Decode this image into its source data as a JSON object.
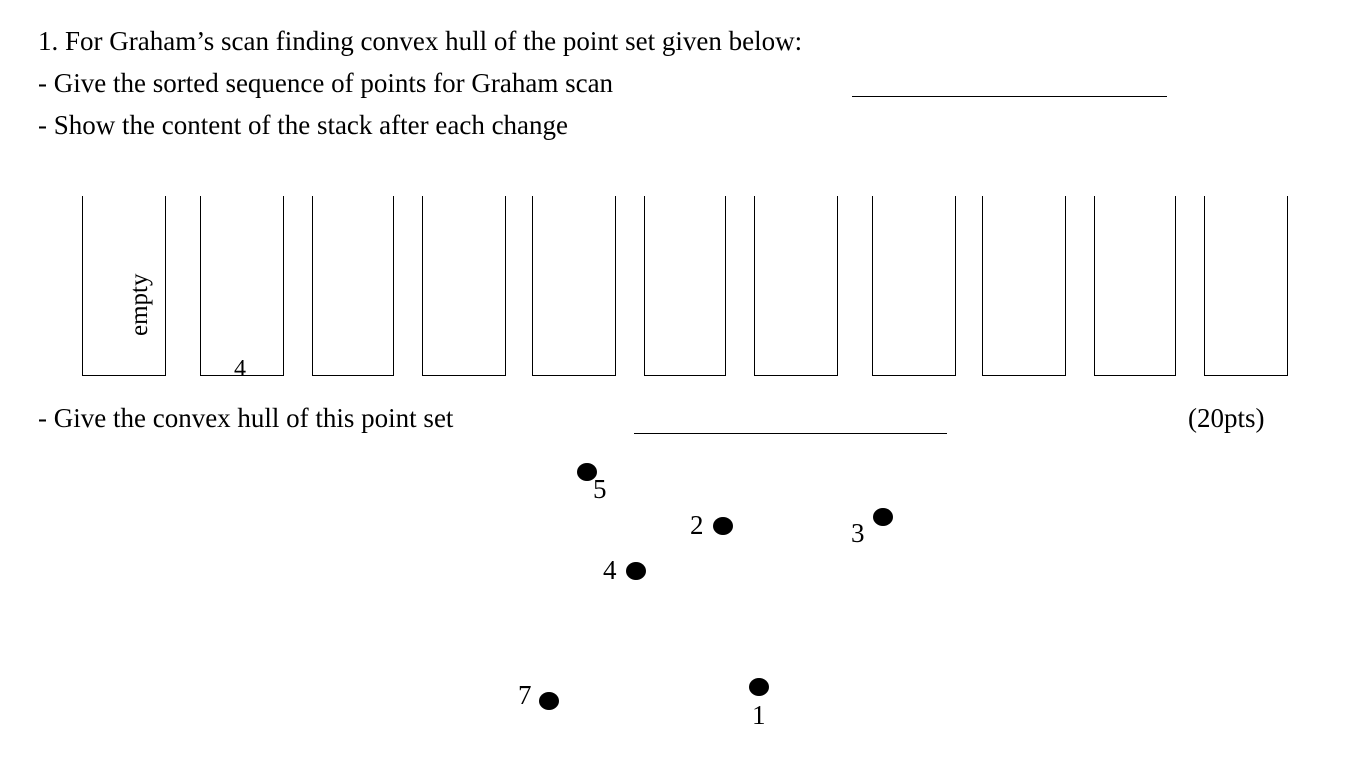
{
  "question": {
    "title": "1. For Graham’s scan  finding convex hull of the point set given below:",
    "sorted_prompt": "- Give the sorted sequence of points for Graham scan",
    "stack_prompt": "- Show the content of the stack after each change",
    "hull_prompt": "- Give the convex hull of this point set",
    "points_value": "(20pts)"
  },
  "stack": {
    "first_box_text": "empty",
    "second_box_text": "4"
  },
  "points": [
    {
      "label": "1",
      "icon": "point-dot-icon"
    },
    {
      "label": "2",
      "icon": "point-dot-icon"
    },
    {
      "label": "3",
      "icon": "point-dot-icon"
    },
    {
      "label": "4",
      "icon": "point-dot-icon"
    },
    {
      "label": "5",
      "icon": "point-dot-icon"
    },
    {
      "label": "7",
      "icon": "point-dot-icon"
    }
  ]
}
